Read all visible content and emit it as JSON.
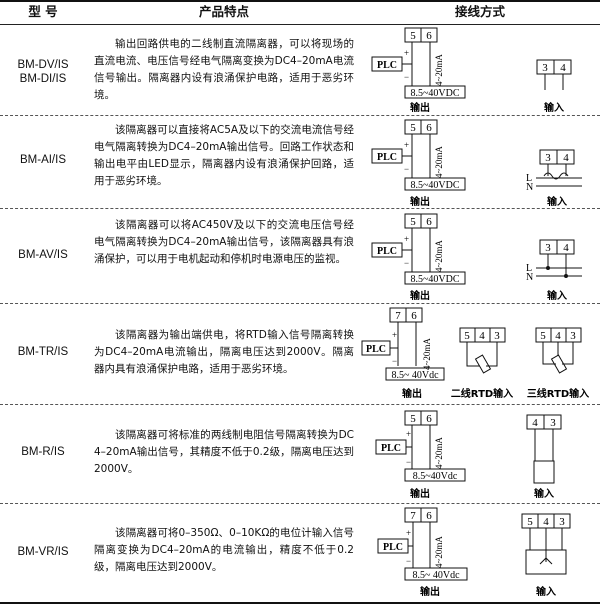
{
  "header": {
    "model": "型  号",
    "features": "产品特点",
    "wiring": "接线方式"
  },
  "rows": [
    {
      "models": [
        "BM-DV/IS",
        "BM-DI/IS"
      ],
      "desc": "输出回路供电的二线制直流隔离器，可以将现场的直流电流、电压信号经电气隔离变换为DC4–20mA电流信号输出。隔离器内设有浪涌保护电路，适用于恶劣环境。",
      "term_a": "5",
      "term_b": "6",
      "plc": "PLC",
      "plus": "+",
      "minus": "−",
      "current": "4~20mA",
      "supply": "8.5~40VDC",
      "out_label": "输出",
      "in_terms": [
        "3",
        "4"
      ],
      "in_label": "输入"
    },
    {
      "models": [
        "BM-AI/IS"
      ],
      "desc": "该隔离器可以直接将AC5A及以下的交流电流信号经电气隔离转换为DC4–20mA输出信号。回路工作状态和输出电平由LED显示，隔离器内设有浪涌保护回路，适用于恶劣环境。",
      "term_a": "5",
      "term_b": "6",
      "plc": "PLC",
      "plus": "+",
      "minus": "−",
      "current": "4~20mA",
      "supply": "8.5~40VDC",
      "out_label": "输出",
      "in_terms": [
        "3",
        "4"
      ],
      "in_label": "输入",
      "L": "L",
      "N": "N"
    },
    {
      "models": [
        "BM-AV/IS"
      ],
      "desc": "该隔离器可以将AC450V及以下的交流电压信号经电气隔离转换为DC4–20mA输出信号，该隔离器具有浪涌保护，可以用于电机起动和停机时电源电压的监视。",
      "term_a": "5",
      "term_b": "6",
      "plc": "PLC",
      "plus": "+",
      "minus": "−",
      "current": "4~20mA",
      "supply": "8.5~40VDC",
      "out_label": "输出",
      "in_terms": [
        "3",
        "4"
      ],
      "in_label": "输入",
      "L": "L",
      "N": "N"
    },
    {
      "models": [
        "BM-TR/IS"
      ],
      "desc": "该隔离器为输出端供电，将RTD输入信号隔离转换为DC4–20mA电流输出，隔离电压达到2000V。隔离器内具有浪涌保护电路，适用于恶劣环境。",
      "term_a": "7",
      "term_b": "6",
      "plc": "PLC",
      "plus": "+",
      "minus": "−",
      "current": "4~20mA",
      "supply": "8.5~ 40Vdc",
      "out_label": "输出",
      "in2_terms": [
        "5",
        "4",
        "3"
      ],
      "in2_label": "二线RTD输入",
      "in3_terms": [
        "5",
        "4",
        "3"
      ],
      "in3_label": "三线RTD输入"
    },
    {
      "models": [
        "BM-R/IS"
      ],
      "desc": "该隔离器可将标准的两线制电阻信号隔离转换为DC4–20mA输出信号，其精度不低于0.2级，隔离电压达到2000V。",
      "term_a": "5",
      "term_b": "6",
      "plc": "PLC",
      "plus": "+",
      "minus": "−",
      "current": "4~20mA",
      "supply": "8.5~40Vdc",
      "out_label": "输出",
      "in_terms": [
        "4",
        "3"
      ],
      "in_label": "输入"
    },
    {
      "models": [
        "BM-VR/IS"
      ],
      "desc": "该隔离器可将0–350Ω、0–10KΩ的电位计输入信号隔离变换为DC4–20mA的电流输出，精度不低于0.2级，隔离电压达到2000V。",
      "term_a": "7",
      "term_b": "6",
      "plc": "PLC",
      "plus": "+",
      "minus": "−",
      "current": "4~20mA",
      "supply": "8.5~ 40Vdc",
      "out_label": "输出",
      "in_terms": [
        "5",
        "4",
        "3"
      ],
      "in_label": "输入"
    }
  ]
}
